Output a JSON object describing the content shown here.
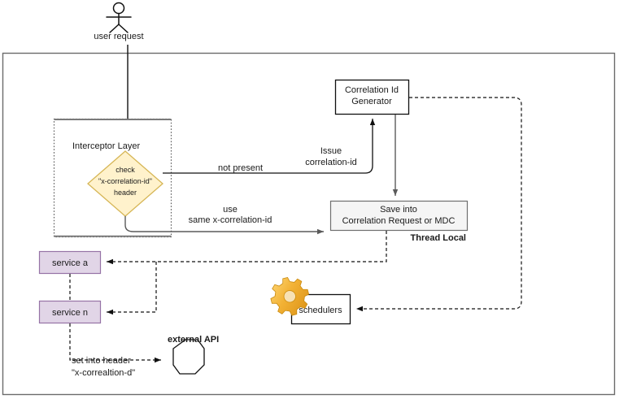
{
  "diagram": {
    "title": "Correlation Id flow diagram",
    "frame": {
      "name": "outer-frame"
    },
    "actor": {
      "icon": "stick-figure-user-icon",
      "label": "user request"
    },
    "nodes": {
      "interceptor_layer": {
        "label": "Interceptor Layer"
      },
      "check_decision": {
        "line1": "check",
        "line2": "\"x-correlation-id\"",
        "line3": "header",
        "fill": "#fff2cc",
        "stroke": "#d6b656"
      },
      "correlation_generator": {
        "line1": "Correlation Id",
        "line2": "Generator",
        "fill": "#ffffff",
        "stroke": "#000000"
      },
      "save_into": {
        "line1": "Save into",
        "line2": "Correlation Request or MDC",
        "fill": "#f5f5f5",
        "stroke": "#666666"
      },
      "thread_local": {
        "label": "Thread Local"
      },
      "service_a": {
        "label": "service a",
        "fill": "#e1d5e7",
        "stroke": "#9673a6"
      },
      "service_n": {
        "label": "service n",
        "fill": "#e1d5e7",
        "stroke": "#9673a6"
      },
      "schedulers": {
        "label": "schedulers",
        "fill": "#ffffff",
        "stroke": "#000000",
        "icon": "gear-icon"
      },
      "external_api": {
        "label": "external API",
        "fill": "#ffffff",
        "stroke": "#000000"
      }
    },
    "edges": {
      "not_present": {
        "label": "not present"
      },
      "issue_correlation_id": {
        "line1": "Issue",
        "line2": "correlation-id"
      },
      "use_same_id": {
        "line1": "use",
        "line2": "same x-correlation-id"
      },
      "set_into_header": {
        "line1": "set into header",
        "line2": "\"x-correaltion-d\""
      }
    }
  }
}
